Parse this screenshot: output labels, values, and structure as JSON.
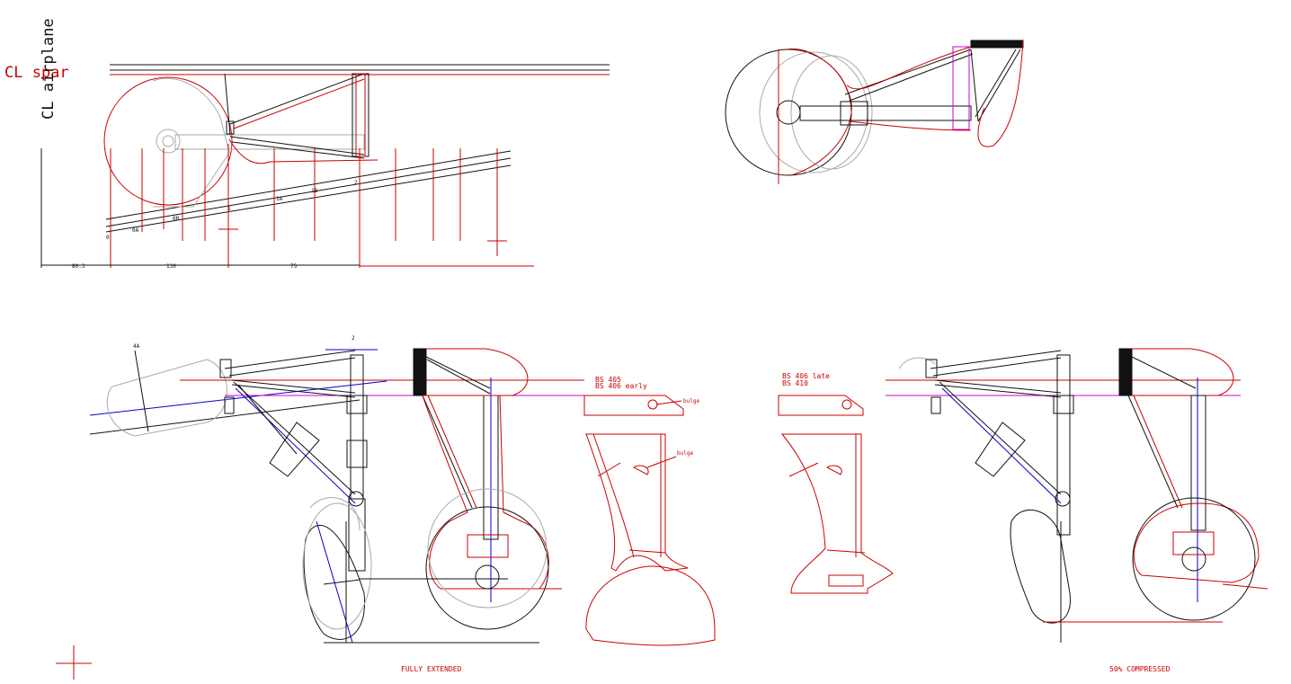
{
  "colors": {
    "red": "#cc0000",
    "black": "#111111",
    "gray": "#aaaaaa",
    "blue": "#0000cc",
    "magenta": "#cc00cc"
  },
  "labels": {
    "cl_spar": "CL spar",
    "cl_airplane": "CL airplane",
    "fully_extended": "FULLY EXTENDED",
    "compressed": "50% COMPRESSED",
    "bs_left_1": "BS 405",
    "bs_left_2": "BS 406 early",
    "bs_right_1": "BS 406 late",
    "bs_right_2": "BS 410",
    "bulge_1": "bulge",
    "bulge_2": "bulge",
    "station_0": "0",
    "station_0a": "0A",
    "station_0b": "0B",
    "station_1": "1",
    "station_1a": "1A",
    "station_1b": "1B",
    "station_2": "2",
    "station_2_lower": "2",
    "station_4a": "4A",
    "dim_1": "80.3",
    "dim_2": "130",
    "dim_3": "75"
  }
}
